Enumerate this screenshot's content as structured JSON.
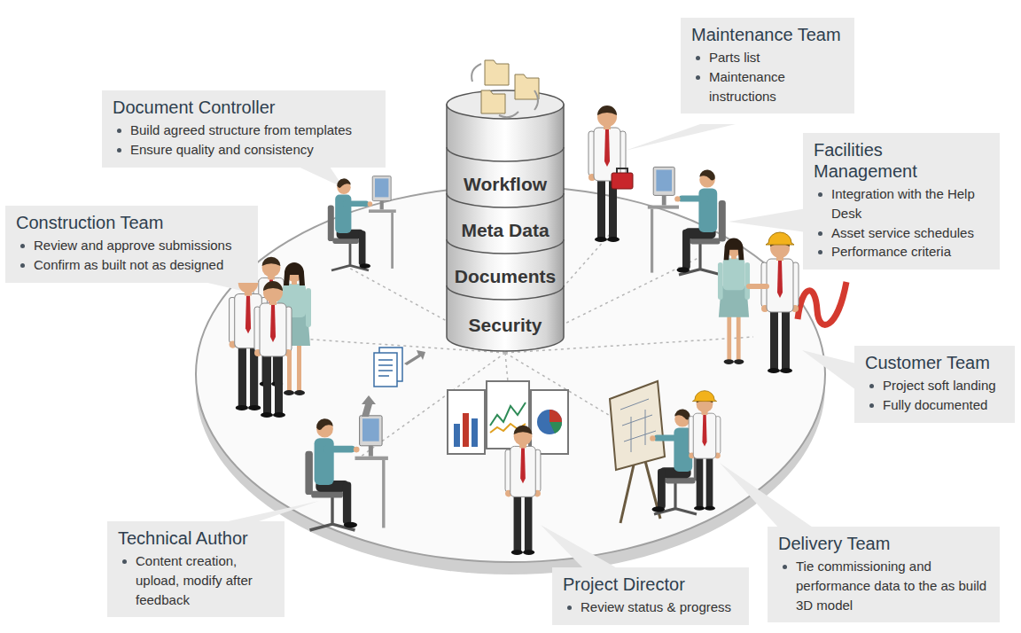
{
  "diagram": {
    "nodes": [
      {
        "text": [
          "Maintenance Team",
          "Parts list",
          "Maintenance instructions"
        ]
      },
      {
        "text": [
          "Document Controller",
          "Build agreed structure from templates",
          "Ensure quality and consistency"
        ]
      },
      {
        "text": [
          "Workflow",
          "Meta Data",
          "Documents",
          "Security"
        ]
      },
      {
        "text": [
          "Facilities Management",
          "Integration with the Help Desk",
          "Asset service schedules",
          "Performance criteria"
        ]
      },
      {
        "text": [
          "Construction Team",
          "Review and approve submissions",
          "Confirm as built not as designed"
        ]
      },
      {
        "text": [
          "Customer Team",
          "Project soft landing",
          "Fully documented"
        ]
      },
      {
        "text": [
          "Technical Author",
          "Content creation, upload, modify after feedback"
        ]
      },
      {
        "text": [
          "Project Director",
          "Review status & progress"
        ]
      },
      {
        "text": [
          "Delivery Team",
          "Tie commissioning and performance data to the as build 3D model"
        ]
      }
    ]
  }
}
